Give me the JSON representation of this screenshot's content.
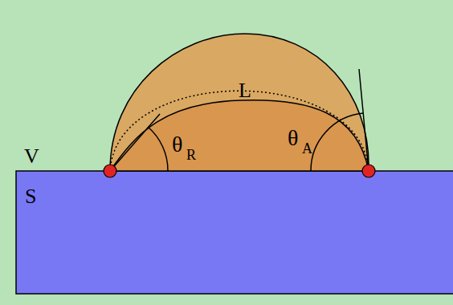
{
  "diagram": {
    "labels": [
      "L",
      "V",
      "S",
      "θ",
      "R",
      "θ",
      "A"
    ]
  }
}
